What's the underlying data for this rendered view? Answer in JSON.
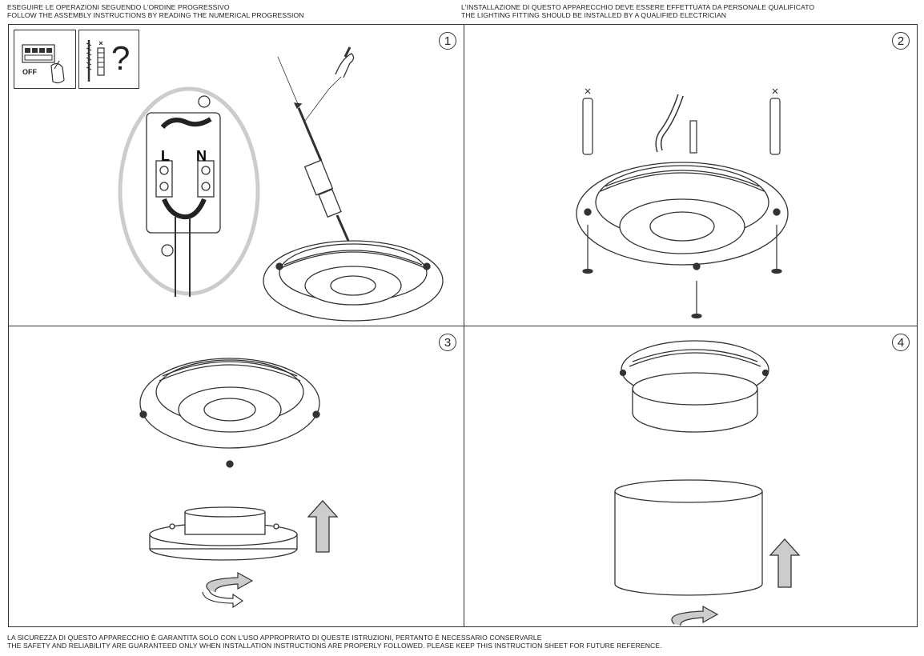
{
  "header": {
    "left_it": "ESEGUIRE LE OPERAZIONI SEGUENDO L'ORDINE PROGRESSIVO",
    "left_en": "FOLLOW THE ASSEMBLY INSTRUCTIONS BY READING THE NUMERICAL PROGRESSION",
    "right_it": "L'INSTALLAZIONE DI QUESTO APPARECCHIO DEVE ESSERE EFFETTUATA DA PERSONALE QUALIFICATO",
    "right_en": "THE LIGHTING FITTING SHOULD BE INSTALLED BY A QUALIFIED ELECTRICIAN"
  },
  "footer": {
    "it": "LA SICUREZZA DI QUESTO APPARECCHIO È GARANTITA SOLO CON L'USO APPROPRIATO DI QUESTE ISTRUZIONI, PERTANTO È NECESSARIO CONSERVARLE",
    "en": "THE SAFETY AND RELIABILITY ARE GUARANTEED ONLY WHEN INSTALLATION INSTRUCTIONS ARE PROPERLY FOLLOWED. PLEASE KEEP THIS INSTRUCTION SHEET FOR FUTURE REFERENCE."
  },
  "steps": [
    {
      "number": "1"
    },
    {
      "number": "2"
    },
    {
      "number": "3"
    },
    {
      "number": "4"
    }
  ],
  "step1": {
    "off_label": "OFF",
    "question_mark": "?",
    "terminal_l": "L",
    "terminal_n": "N"
  }
}
